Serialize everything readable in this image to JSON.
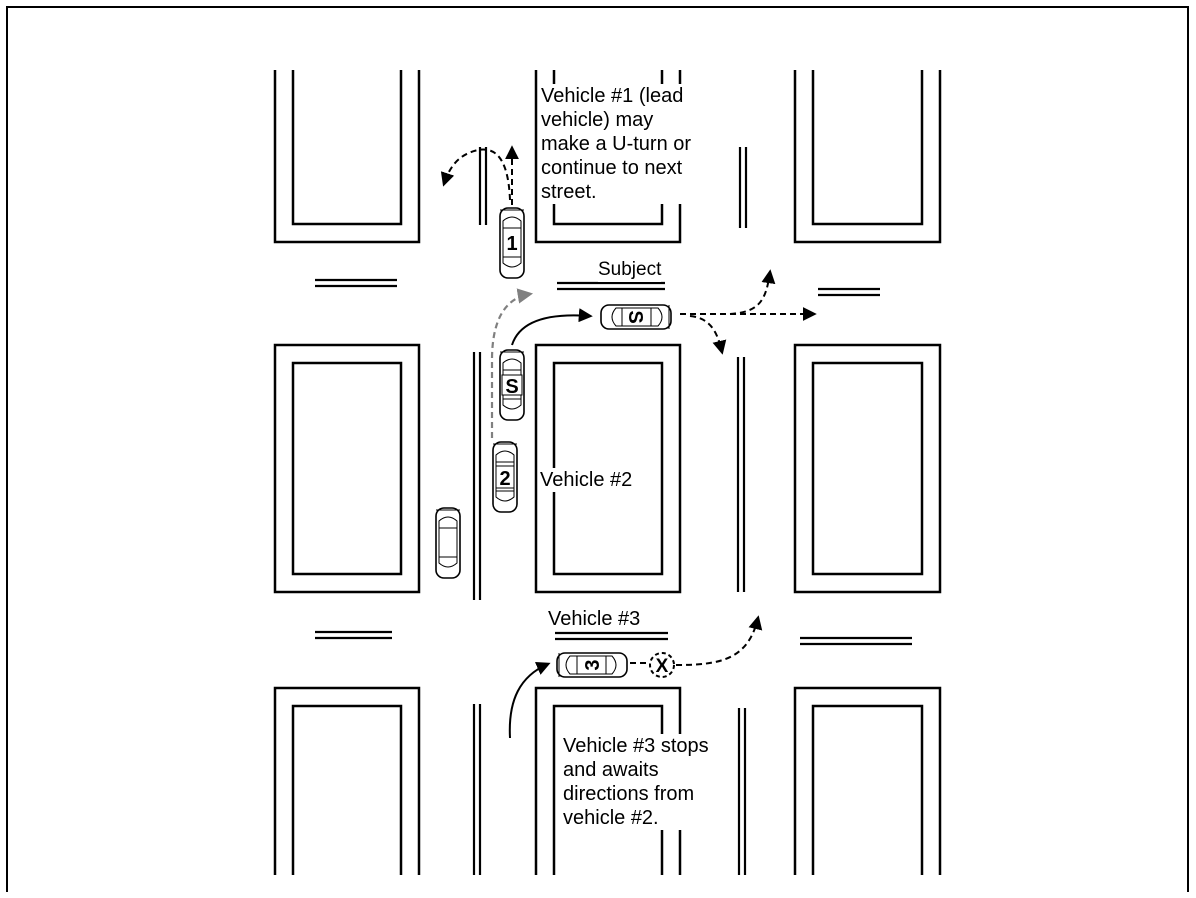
{
  "annotations": {
    "vehicle1_note": "Vehicle #1 (lead\nvehicle) may\nmake a U-turn or\ncontinue to next\nstreet.",
    "subject_label": "Subject",
    "vehicle2_label": "Vehicle #2",
    "vehicle3_label": "Vehicle #3",
    "vehicle3_note": "Vehicle #3 stops\nand awaits\ndirections from\nvehicle #2."
  },
  "vehicles": [
    {
      "id": "vehicle-1",
      "marker": "1"
    },
    {
      "id": "subject-vehicle-turned",
      "marker": "S"
    },
    {
      "id": "subject-vehicle-waiting",
      "marker": "S"
    },
    {
      "id": "vehicle-2",
      "marker": "2"
    },
    {
      "id": "parked-car",
      "marker": ""
    },
    {
      "id": "vehicle-3",
      "marker": "3"
    }
  ],
  "stop_marker": "X",
  "colors": {
    "ink": "#000000",
    "alternate_path": "#808080",
    "background": "#ffffff"
  }
}
